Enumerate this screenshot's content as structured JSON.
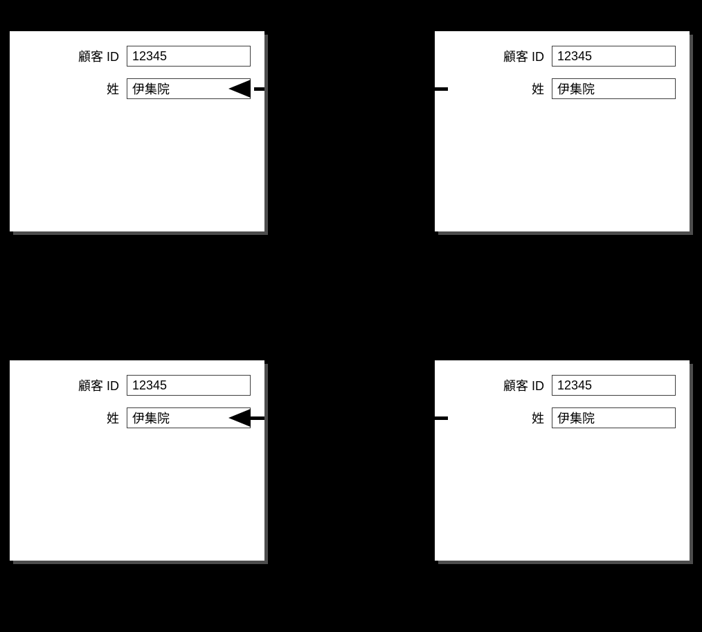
{
  "diagram": {
    "background_color": "#000000",
    "panel_color": "#ffffff",
    "shadow_color": "#4d4d4d",
    "arrow_color": "#000000"
  },
  "panels": [
    {
      "name": "top-left",
      "fields": {
        "customer_id": {
          "label": "顧客 ID",
          "value": "12345"
        },
        "surname": {
          "label": "姓",
          "value": "伊集院"
        }
      }
    },
    {
      "name": "top-right",
      "fields": {
        "customer_id": {
          "label": "顧客 ID",
          "value": "12345"
        },
        "surname": {
          "label": "姓",
          "value": "伊集院"
        }
      }
    },
    {
      "name": "bottom-left",
      "fields": {
        "customer_id": {
          "label": "顧客 ID",
          "value": "12345"
        },
        "surname": {
          "label": "姓",
          "value": "伊集院"
        }
      }
    },
    {
      "name": "bottom-right",
      "fields": {
        "customer_id": {
          "label": "顧客 ID",
          "value": "12345"
        },
        "surname": {
          "label": "姓",
          "value": "伊集院"
        }
      }
    }
  ],
  "connectors": [
    {
      "from": "top-right",
      "to": "top-left",
      "target_field": "姓",
      "direction": "left",
      "style": "dashed"
    },
    {
      "from": "bottom-right",
      "to": "bottom-left",
      "target_field": "姓",
      "direction": "left",
      "style": "solid"
    }
  ]
}
